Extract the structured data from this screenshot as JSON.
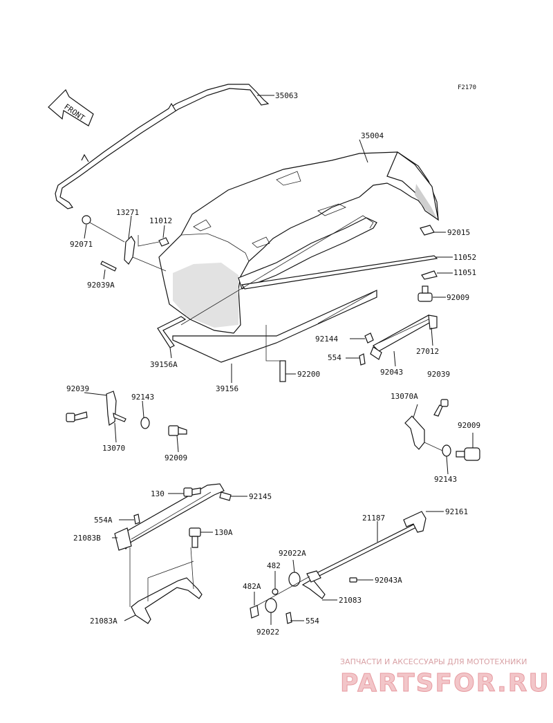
{
  "diagram_code": "F2170",
  "front_label": "FRONT",
  "part_labels": {
    "p35063": "35063",
    "p35004": "35004",
    "p13271": "13271",
    "p11012": "11012",
    "p92071": "92071",
    "p92039A": "92039A",
    "p92015": "92015",
    "p11052": "11052",
    "p11051": "11051",
    "p92009_a": "92009",
    "p92144": "92144",
    "p27012": "27012",
    "p554_a": "554",
    "p92043": "92043",
    "p92039_b": "92039",
    "p39156A": "39156A",
    "p92200": "92200",
    "p39156": "39156",
    "p92039_c": "92039",
    "p92143_a": "92143",
    "p13070": "13070",
    "p92009_b": "92009",
    "p13070A": "13070A",
    "p92009_c": "92009",
    "p92143_b": "92143",
    "p130": "130",
    "p92145": "92145",
    "p554A": "554A",
    "p21083B": "21083B",
    "p130A": "130A",
    "p21083A": "21083A",
    "p21187": "21187",
    "p92161": "92161",
    "p92022A": "92022A",
    "p482": "482",
    "p482A": "482A",
    "p92043A": "92043A",
    "p21083": "21083",
    "p92022": "92022",
    "p554_b": "554"
  },
  "watermark": {
    "text": "ЗАПЧАСТИ И АКСЕССУАРЫ ДЛЯ МОТОТЕХНИКИ",
    "logo": "PARTSFOR.RU"
  }
}
